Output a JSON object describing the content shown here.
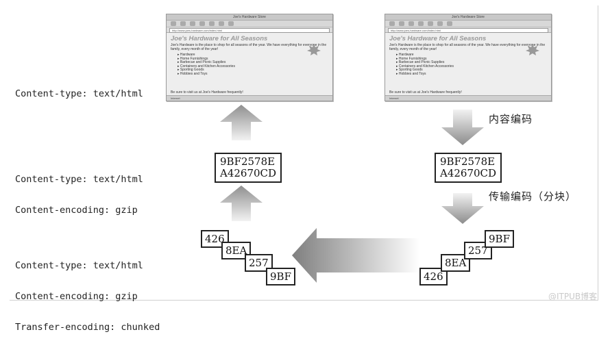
{
  "labels": {
    "row1": "Content-type: text/html",
    "row2_line1": "Content-type: text/html",
    "row2_line2": "Content-encoding: gzip",
    "row3_line1": "Content-type: text/html",
    "row3_line2": "Content-encoding: gzip",
    "row3_line3": "Transfer-encoding: chunked"
  },
  "steps": {
    "content_encoding": "内容编码",
    "transfer_encoding": "传输编码（分块）"
  },
  "encoded_left": {
    "line1": "9BF2578E",
    "line2": "A42670CD"
  },
  "encoded_right": {
    "line1": "9BF2578E",
    "line2": "A42670CD"
  },
  "chunks_left": [
    "426",
    "8EA",
    "257",
    "9BF"
  ],
  "chunks_right": [
    "426",
    "8EA",
    "257",
    "9BF"
  ],
  "browser": {
    "window_title": "Joe's Hardware Store",
    "address": "http://www.joes-hardware.com/index.html",
    "heading": "Joe's Hardware for All Seasons",
    "intro": "Joe's Hardware is the place to shop for all seasons of the year. We have everything for everyone in the family, every month of the year!",
    "items": [
      "Hardware",
      "Home Furnishings",
      "Barbecue and Picnic Supplies",
      "Containers and Kitchen Accessories",
      "Sporting Goods",
      "Hobbies and Toys"
    ],
    "footer": "Be sure to visit us at Joe's Hardware frequently!",
    "status": "Internet"
  },
  "watermark": "@ITPUB博客",
  "colors": {
    "arrow_dark": "#8c8c8c",
    "arrow_light": "#e6e6e6",
    "box_border": "#222222"
  }
}
